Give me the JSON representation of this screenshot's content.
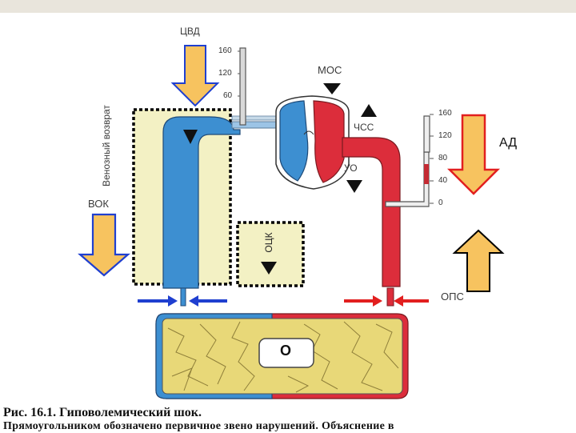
{
  "labels": {
    "cvd": "ЦВД",
    "mos": "МОС",
    "chss": "ЧСС",
    "uo": "УО",
    "ad": "АД",
    "ops": "ОПС",
    "vok": "ВОК",
    "venous_return": "Венозный возврат",
    "otsk": "ОЦК",
    "o": "О"
  },
  "left_scale": [
    "160",
    "120",
    "60"
  ],
  "right_scale": [
    "160",
    "120",
    "80",
    "40",
    "0"
  ],
  "caption": {
    "title": "Рис. 16.1. Гиповолемический шок.",
    "text": "Прямоугольником обозначено первичное звено нарушений. Объяснение в"
  },
  "colors": {
    "venous": "#3d8fd1",
    "arterial": "#dc2d3b",
    "highlight": "#f3f1c4",
    "arrow_fill": "#f7c35f",
    "arrow_blue": "#1f3fd0",
    "arrow_red": "#e21f1f"
  }
}
